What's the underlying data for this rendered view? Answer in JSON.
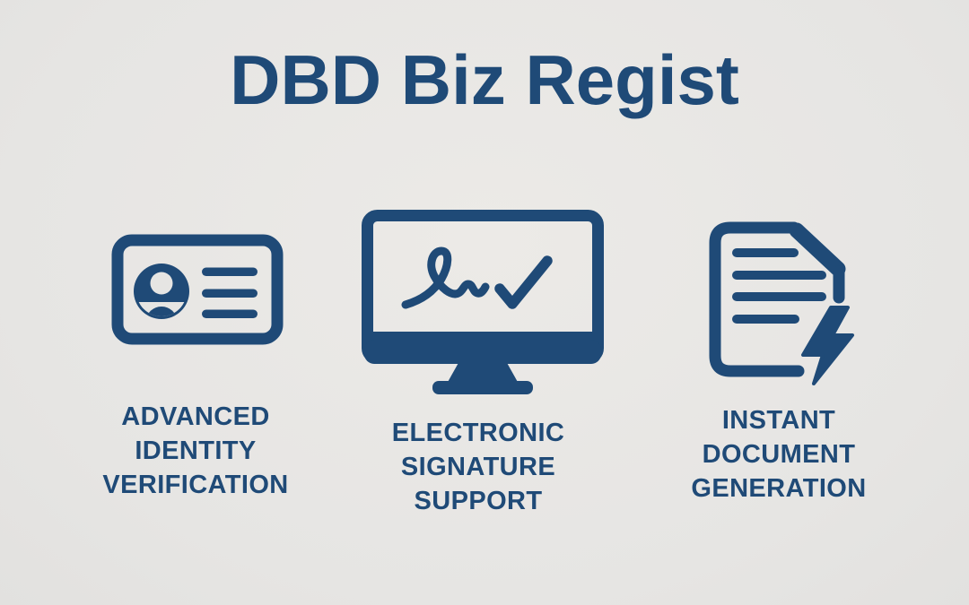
{
  "title": "DBD Biz Regist",
  "colors": {
    "accent": "#1f4a77",
    "background": "#e6e5e3"
  },
  "features": [
    {
      "icon": "id-card-icon",
      "label_lines": [
        "ADVANCED",
        "IDENTITY",
        "VERIFICATION"
      ]
    },
    {
      "icon": "monitor-signature-icon",
      "label_lines": [
        "ELECTRONIC",
        "SIGNATURE",
        "SUPPORT"
      ]
    },
    {
      "icon": "document-lightning-icon",
      "label_lines": [
        "INSTANT",
        "DOCUMENT",
        "GENERATION"
      ]
    }
  ]
}
